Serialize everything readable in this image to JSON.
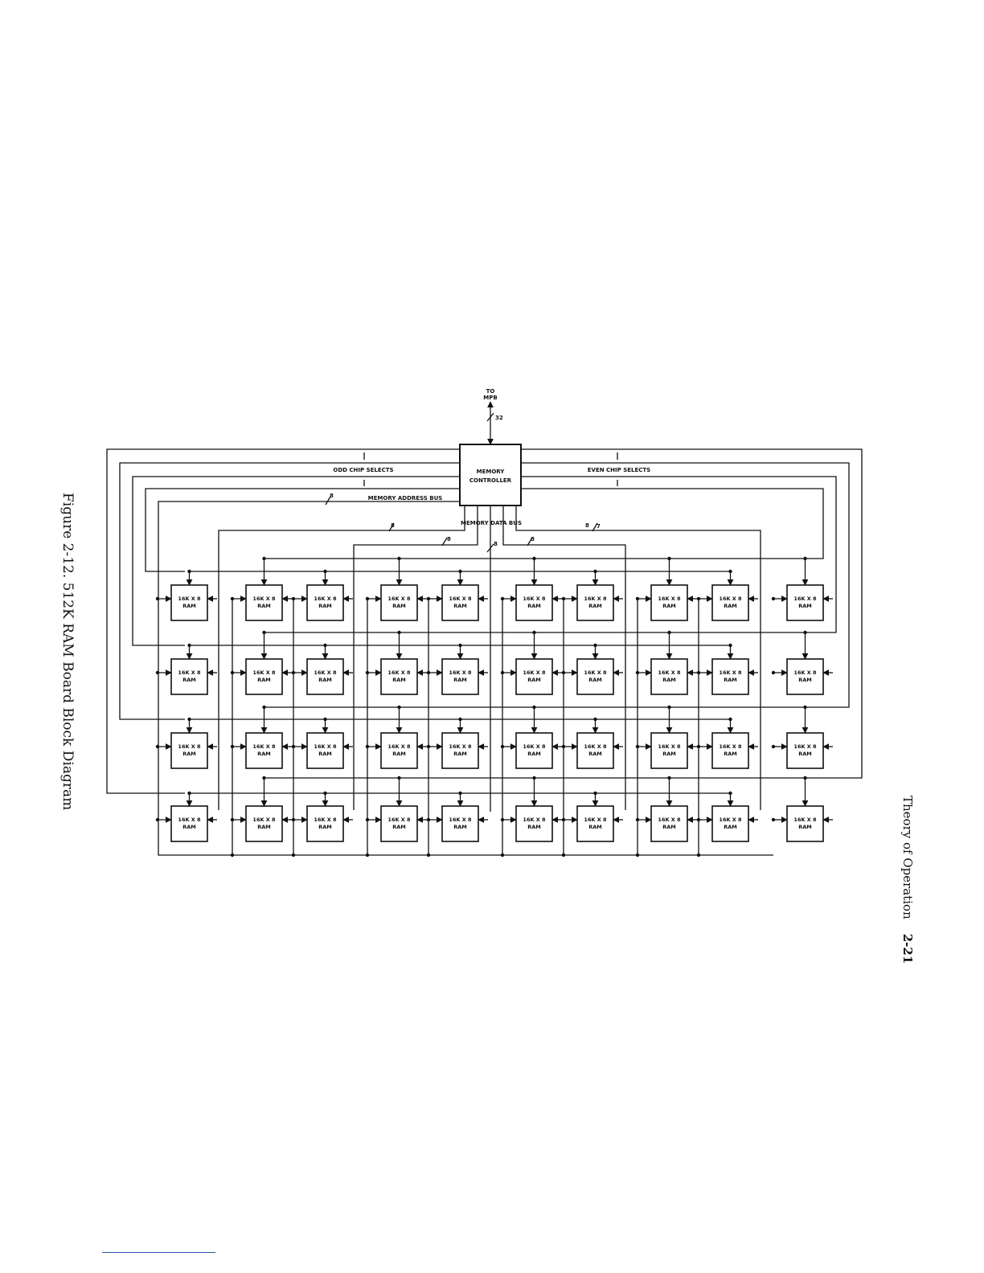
{
  "page": {
    "header_text": "Theory of Operation",
    "page_number": "2-21",
    "figure_caption": "Figure 2-12. 512K RAM Board Block Diagram"
  },
  "diagram": {
    "controller": {
      "line1": "MEMORY",
      "line2": "CONTROLLER"
    },
    "mpb_label_1": "TO",
    "mpb_label_2": "MPB",
    "mpb_bus_width": "32",
    "odd_chip_selects": "ODD CHIP SELECTS",
    "even_chip_selects": "EVEN CHIP SELECTS",
    "memory_address_bus": "MEMORY ADDRESS BUS",
    "address_bus_width": "8",
    "memory_data_bus": "MEMORY DATA BUS",
    "data_bus_widths": [
      "8",
      "8",
      "8",
      "8",
      "8",
      "7"
    ],
    "ram_label_1": "16K X 8",
    "ram_label_2": "RAM",
    "ram_rows": 4,
    "ram_cols": 10
  }
}
